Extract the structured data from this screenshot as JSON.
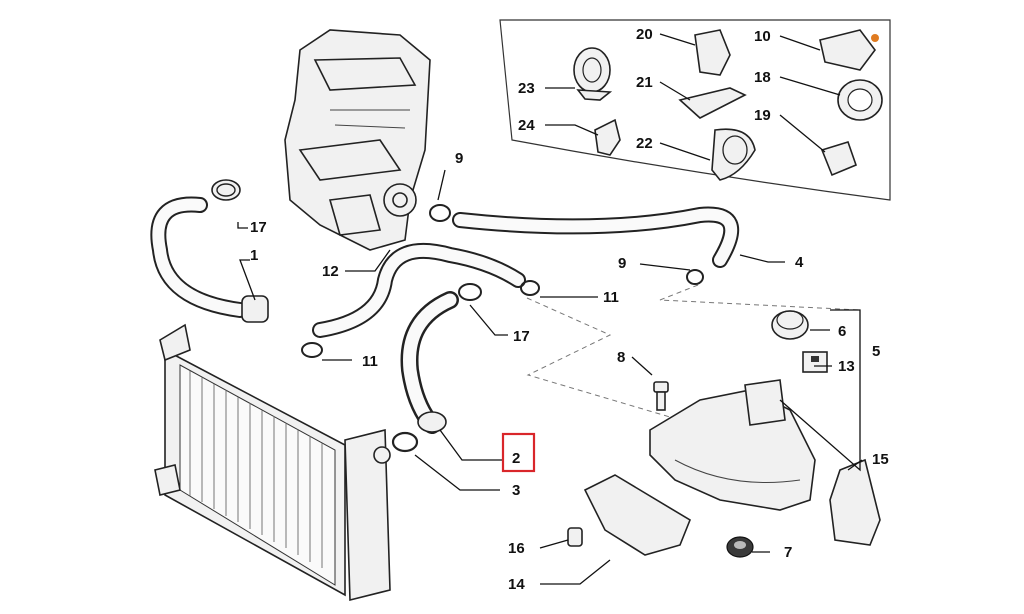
{
  "diagram": {
    "highlight_color": "#d9262a",
    "highlighted_part": "2",
    "labels": {
      "p1": "1",
      "p2": "2",
      "p3": "3",
      "p4": "4",
      "p5": "5",
      "p6": "6",
      "p7": "7",
      "p8": "8",
      "p9a": "9",
      "p9b": "9",
      "p10": "10",
      "p11a": "11",
      "p11b": "11",
      "p12": "12",
      "p13": "13",
      "p14": "14",
      "p15": "15",
      "p16": "16",
      "p17a": "17",
      "p17b": "17",
      "p18": "18",
      "p19": "19",
      "p20": "20",
      "p21": "21",
      "p22": "22",
      "p23": "23",
      "p24": "24"
    }
  }
}
